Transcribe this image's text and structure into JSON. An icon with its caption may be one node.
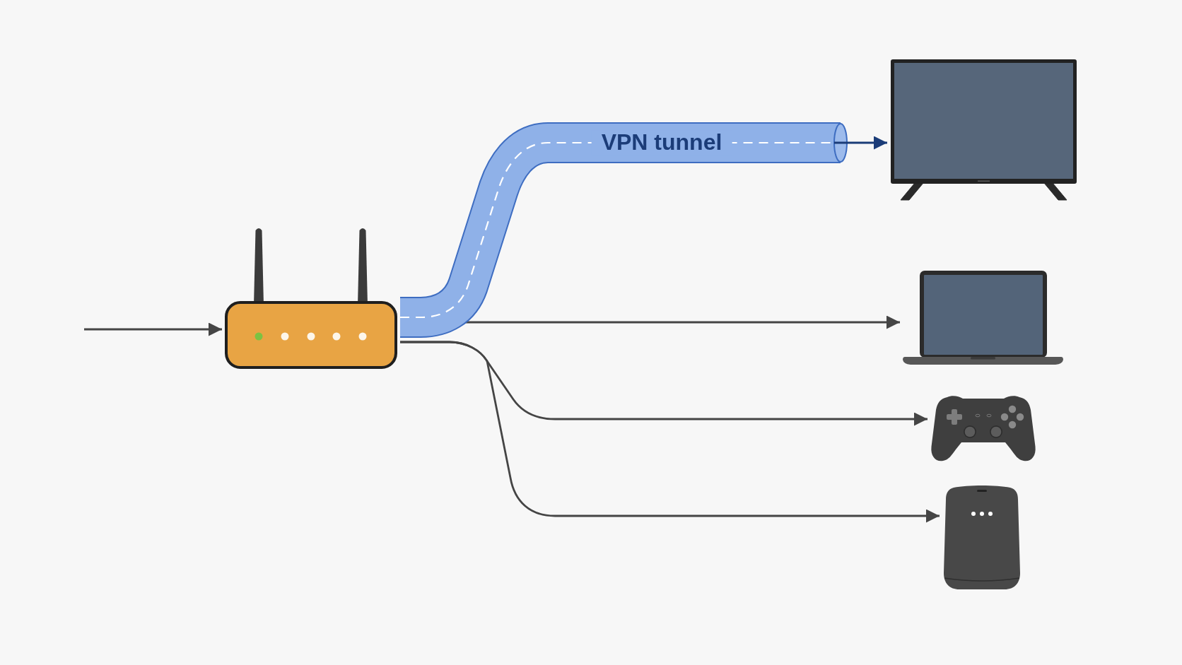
{
  "diagram": {
    "nodes": [
      {
        "text": [],
        "shape": "picture"
      },
      {
        "text": [],
        "shape": "picture"
      },
      {
        "text": [],
        "shape": "picture"
      },
      {
        "text": [],
        "shape": "picture"
      },
      {
        "text": [],
        "shape": "picture"
      }
    ],
    "edges": [
      {
        "from": null,
        "to": 0,
        "arrow": "to"
      },
      {
        "from": 0,
        "to": 1,
        "arrow": "to",
        "label": "VPN tunnel",
        "style": "thick",
        "color": "#3e6dc1"
      },
      {
        "from": 0,
        "to": 2,
        "arrow": "to"
      },
      {
        "from": 0,
        "to": 3,
        "arrow": "to"
      },
      {
        "from": 0,
        "to": 4,
        "arrow": "to"
      }
    ]
  }
}
